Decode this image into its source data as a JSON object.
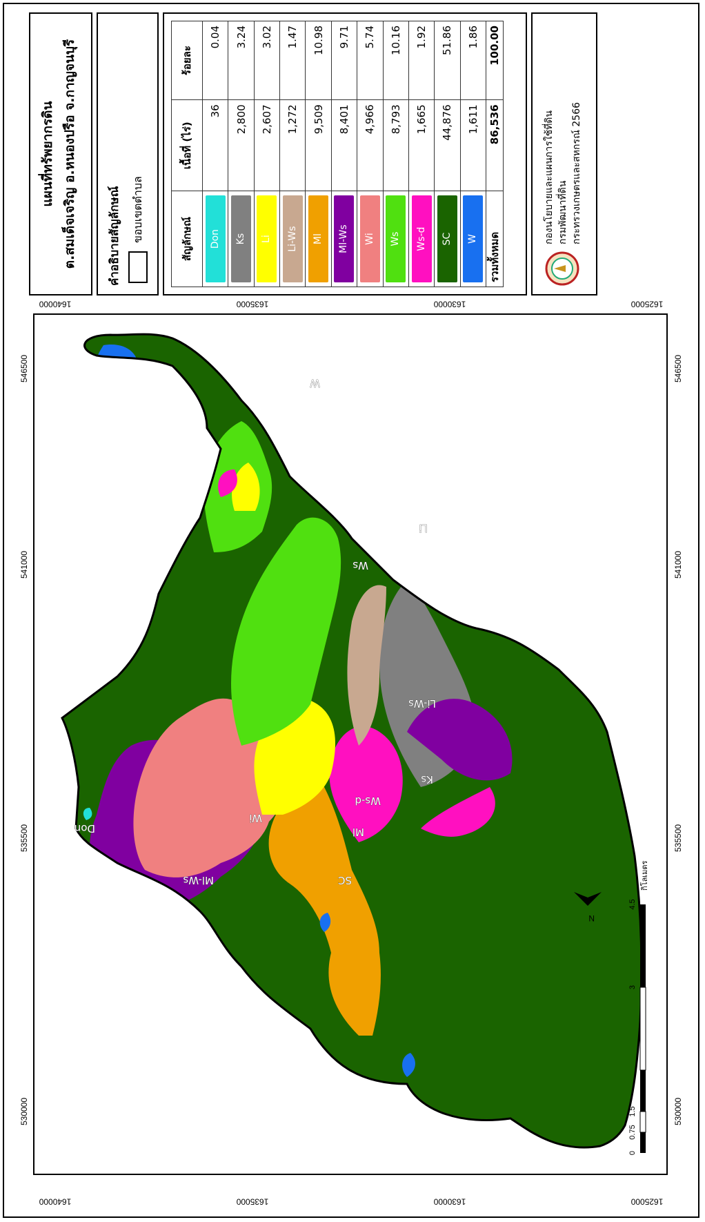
{
  "title": {
    "line1": "แผนที่ทรัพยากรดิน",
    "line2": "ต.สมเด็จเจริญ อ.หนองปรือ จ.กาญจนบุรี"
  },
  "legend": {
    "heading": "คำอธิบายสัญลักษณ์",
    "boundary_label": "ขอบเขตตำบล"
  },
  "soil_table": {
    "headers": [
      "สัญลักษณ์",
      "เนื้อที่ (ไร่)",
      "ร้อยละ"
    ],
    "rows": [
      {
        "code": "Don",
        "area": "36",
        "percent": "0.04",
        "color": "#22e0d8"
      },
      {
        "code": "Ks",
        "area": "2,800",
        "percent": "3.24",
        "color": "#808080"
      },
      {
        "code": "Li",
        "area": "2,607",
        "percent": "3.02",
        "color": "#ffff00"
      },
      {
        "code": "Li-Ws",
        "area": "1,272",
        "percent": "1.47",
        "color": "#c8a890"
      },
      {
        "code": "Ml",
        "area": "9,509",
        "percent": "10.98",
        "color": "#f0a000"
      },
      {
        "code": "Ml-Ws",
        "area": "8,401",
        "percent": "9.71",
        "color": "#8000a0"
      },
      {
        "code": "Wi",
        "area": "4,966",
        "percent": "5.74",
        "color": "#f08080"
      },
      {
        "code": "Ws",
        "area": "8,793",
        "percent": "10.16",
        "color": "#50e010"
      },
      {
        "code": "Ws-d",
        "area": "1,665",
        "percent": "1.92",
        "color": "#ff10c0"
      },
      {
        "code": "SC",
        "area": "44,876",
        "percent": "51.86",
        "color": "#1a6400"
      },
      {
        "code": "W",
        "area": "1,611",
        "percent": "1.86",
        "color": "#1870f0"
      }
    ],
    "total": {
      "label": "รวมทั้งหมด",
      "area": "86,536",
      "percent": "100.00"
    }
  },
  "organization": {
    "line1": "กองนโยบายและแผนการใช้ที่ดิน",
    "line2": "กรมพัฒนาที่ดิน",
    "line3": "กระทรวงเกษตรและสหกรณ์ 2566"
  },
  "axes": {
    "x_ticks": [
      "530000",
      "535500",
      "541000",
      "546500"
    ],
    "y_ticks": [
      "1640000",
      "1635000",
      "1630000",
      "1625000"
    ]
  },
  "scale_bar": {
    "labels": [
      "0",
      "0.75",
      "1.5",
      "3",
      "4.5"
    ],
    "unit": "กิโลเมตร"
  },
  "north_label": "N",
  "map_labels": [
    "Don",
    "Ml-Ws",
    "Wi",
    "SC",
    "Ml",
    "Ws-d",
    "Ks",
    "Li-Ws",
    "Ws",
    "Li",
    "W"
  ],
  "colors": {
    "SC": "#1a6400",
    "Ws": "#50e010",
    "Wi": "#f08080",
    "Ml": "#f0a000",
    "MlWs": "#8000a0",
    "Ks": "#808080",
    "Li": "#ffff00",
    "LiWs": "#c8a890",
    "Wsd": "#ff10c0",
    "W": "#1870f0",
    "Don": "#22e0d8"
  }
}
